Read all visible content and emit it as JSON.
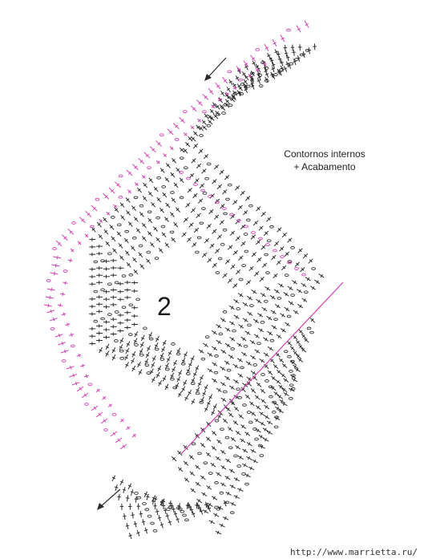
{
  "diagram": {
    "caption_line1": "Contornos internos",
    "caption_line2": "+ Acabamento",
    "motif_number": "2",
    "watermark": "http://www.marrietta.ru/",
    "colors": {
      "stitch": "#2b2b2b",
      "accent": "#d63fb4",
      "background": "#ffffff"
    },
    "symbols": [
      "chain",
      "double-crochet",
      "single-crochet",
      "direction-arrow"
    ]
  }
}
